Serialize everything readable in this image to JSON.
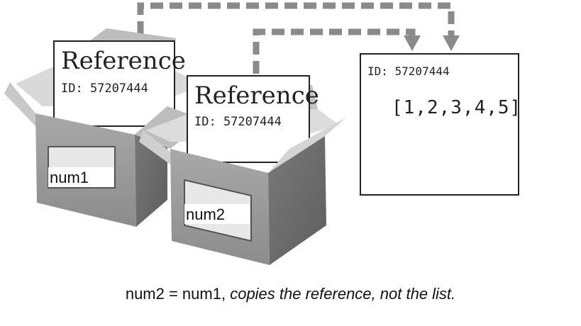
{
  "boxes": [
    {
      "card_title": "Reference",
      "card_id": "ID: 57207444",
      "label": "num1"
    },
    {
      "card_title": "Reference",
      "card_id": "ID: 57207444",
      "label": "num2"
    }
  ],
  "object": {
    "id": "ID: 57207444",
    "list": "[1,2,3,4,5]"
  },
  "caption": {
    "code": "num2 = num1,",
    "note": "copies the reference, not the list."
  },
  "colors": {
    "arrow": "#8a8a8a",
    "box_front": "#9a9a9a",
    "box_side": "#6e6e6e",
    "box_interior": "#d9d9d9",
    "box_flap": "#c4c4c4"
  }
}
